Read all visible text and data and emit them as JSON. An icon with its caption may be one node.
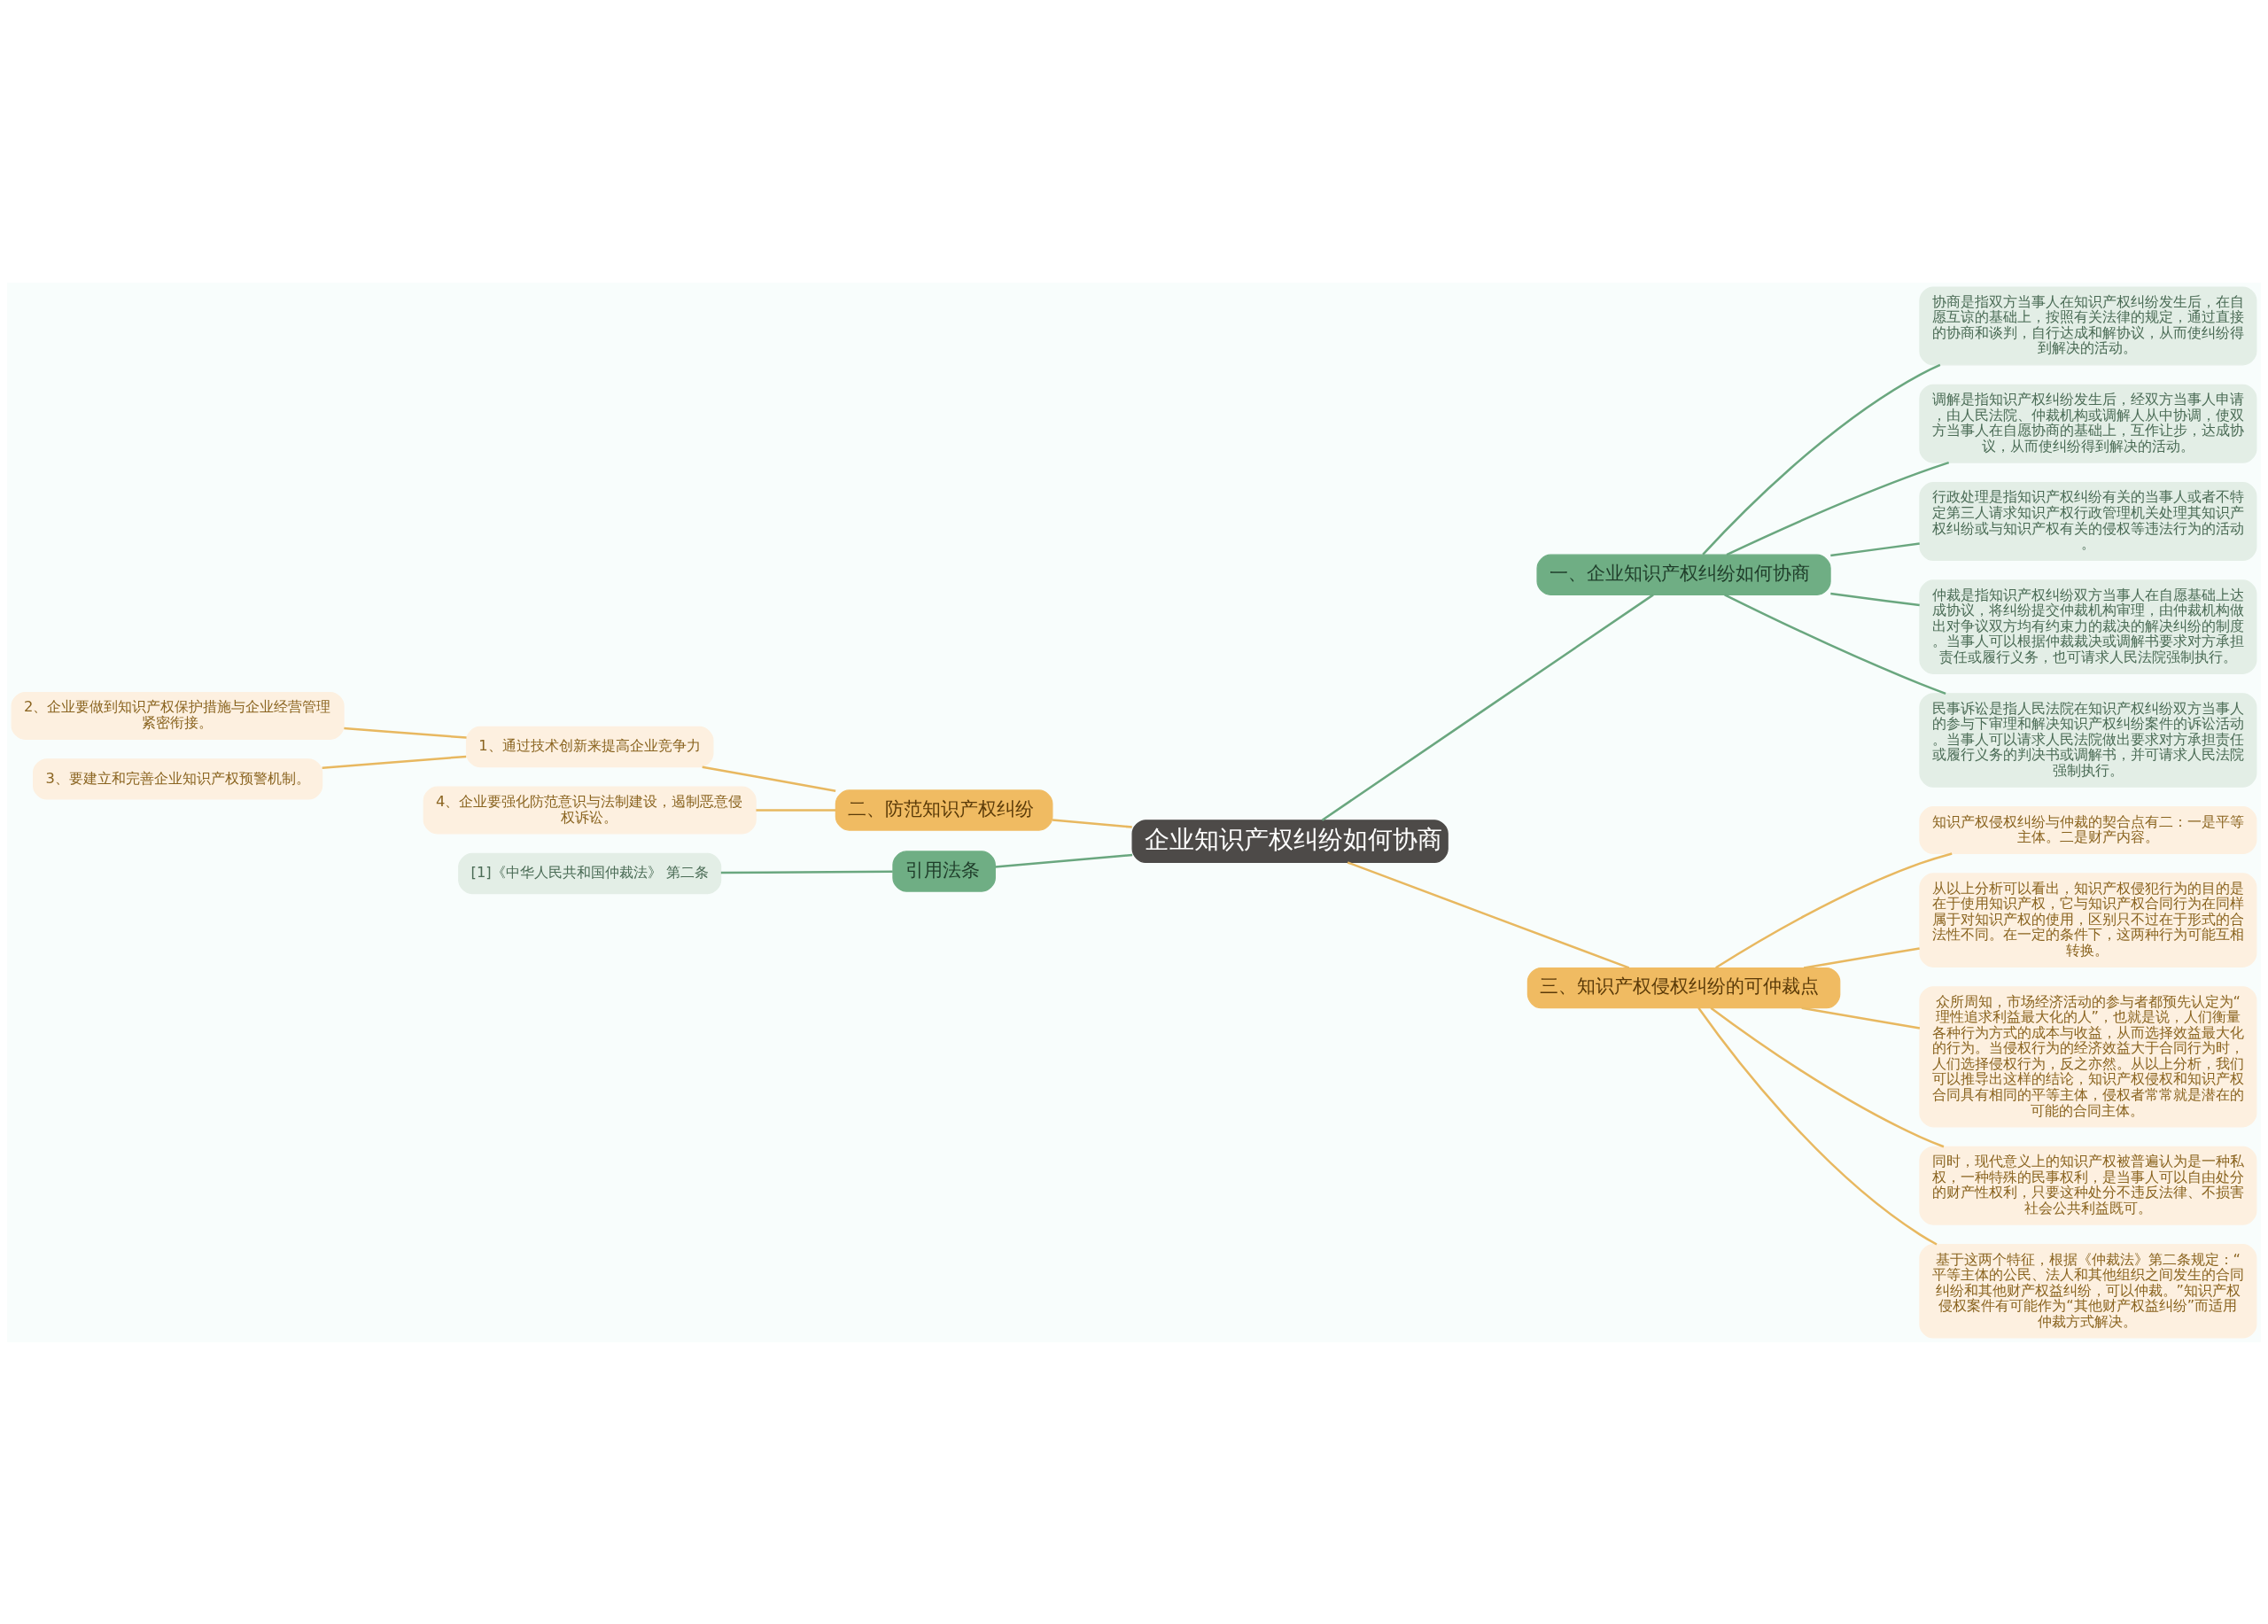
{
  "diagram": {
    "nodes": [
      {
        "text": [
          "企业知识产权纠纷如何协商"
        ]
      },
      {
        "text": [
          "一、企业知识产权纠纷如何协商"
        ]
      },
      {
        "text": [
          "协商是指双方当事人在知识产权纠纷发生后，在自愿互谅的基础上，按照有关法律的规定，通过直接的协商和谈判，自行达成和解协议，从而使纠纷得到解决的活动。"
        ]
      },
      {
        "text": [
          "调解是指知识产权纠纷发生后，经双方当事人申请，由人民法院、仲裁机构或调解人从中协调，使双方当事人在自愿协商的基础上，互作让步，达成协议，从而使纠纷得到解决的活动。"
        ]
      },
      {
        "text": [
          "行政处理是指知识产权纠纷有关的当事人或者不特定第三人请求知识产权行政管理机关处理其知识产权纠纷或与知识产权有关的侵权等违法行为的活动。"
        ]
      },
      {
        "text": [
          "仲裁是指知识产权纠纷双方当事人在自愿基础上达成协议，将纠纷提交仲裁机构审理，由仲裁机构做出对争议双方均有约束力的裁决的解决纠纷的制度。当事人可以根据仲裁裁决或调解书要求对方承担责任或履行义务，也可请求人民法院强制执行。"
        ]
      },
      {
        "text": [
          "民事诉讼是指人民法院在知识产权纠纷双方当事人的参与下审理和解决知识产权纠纷案件的诉讼活动。当事人可以请求人民法院做出要求对方承担责任或履行义务的判决书或调解书，并可请求人民法院强制执行。"
        ]
      },
      {
        "text": [
          "二、防范知识产权纠纷"
        ]
      },
      {
        "text": [
          "1、通过技术创新来提高企业竞争力"
        ]
      },
      {
        "text": [
          "2、企业要做到知识产权保护措施与企业经营管理紧密衔接。"
        ]
      },
      {
        "text": [
          "3、要建立和完善企业知识产权预警机制。"
        ]
      },
      {
        "text": [
          "4、企业要强化防范意识与法制建设，遏制恶意侵权诉讼。"
        ]
      },
      {
        "text": [
          "引用法条"
        ]
      },
      {
        "text": [
          "[1]《中华人民共和国仲裁法》 第二条"
        ]
      },
      {
        "text": [
          "三、知识产权侵权纠纷的可仲裁点"
        ]
      },
      {
        "text": [
          "知识产权侵权纠纷与仲裁的契合点有二：一是平等主体。二是财产内容。"
        ]
      },
      {
        "text": [
          "从以上分析可以看出，知识产权侵犯行为的目的是在于使用知识产权，它与知识产权合同行为在同样属于对知识产权的使用，区别只不过在于形式的合法性不同。在一定的条件下，这两种行为可能互相转换。"
        ]
      },
      {
        "text": [
          "众所周知，市场经济活动的参与者都预先认定为“理性追求利益最大化的人”，也就是说，人们衡量各种行为方式的成本与收益，从而选择效益最大化的行为。当侵权行为的经济效益大于合同行为时，人们选择侵权行为，反之亦然。从以上分析，我们可以推导出这样的结论，知识产权侵权和知识产权合同具有相同的平等主体，侵权者常常就是潜在的可能的合同主体。"
        ]
      },
      {
        "text": [
          "同时，现代意义上的知识产权被普遍认为是一种私权，一种特殊的民事权利，是当事人可以自由处分的财产性权利，只要这种处分不违反法律、不损害社会公共利益既可。"
        ]
      },
      {
        "text": [
          "基于这两个特征，根据《仲裁法》第二条规定：“平等主体的公民、法人和其他组织之间发生的合同纠纷和其他财产权益纠纷，可以仲裁。”知识产权侵权案件有可能作为“其他财产权益纠纷”而适用仲裁方式解决。"
        ]
      }
    ],
    "edges": [
      {
        "from": 0,
        "to": 1,
        "arrow": "none",
        "color": "#6aa77f"
      },
      {
        "from": 1,
        "to": 2,
        "arrow": "none",
        "color": "#6aa77f"
      },
      {
        "from": 1,
        "to": 3,
        "arrow": "none",
        "color": "#6aa77f"
      },
      {
        "from": 1,
        "to": 4,
        "arrow": "none",
        "color": "#6aa77f"
      },
      {
        "from": 1,
        "to": 5,
        "arrow": "none",
        "color": "#6aa77f"
      },
      {
        "from": 1,
        "to": 6,
        "arrow": "none",
        "color": "#6aa77f"
      },
      {
        "from": 7,
        "to": 0,
        "arrow": "none"
      },
      {
        "from": 8,
        "to": 7,
        "arrow": "none"
      },
      {
        "from": 9,
        "to": 8,
        "arrow": "none"
      },
      {
        "from": 10,
        "to": 8,
        "arrow": "none"
      },
      {
        "from": 11,
        "to": 7,
        "arrow": "none"
      },
      {
        "from": 12,
        "to": 0,
        "arrow": "none",
        "color": "#6aa77f"
      },
      {
        "from": 13,
        "to": 12,
        "arrow": "none",
        "color": "#6aa77f"
      },
      {
        "from": 0,
        "to": 14,
        "arrow": "none"
      },
      {
        "from": 14,
        "to": 15,
        "arrow": "none"
      },
      {
        "from": 14,
        "to": 16,
        "arrow": "none"
      },
      {
        "from": 14,
        "to": 17,
        "arrow": "none"
      },
      {
        "from": 14,
        "to": 18,
        "arrow": "none"
      },
      {
        "from": 14,
        "to": 19,
        "arrow": "none"
      }
    ]
  }
}
